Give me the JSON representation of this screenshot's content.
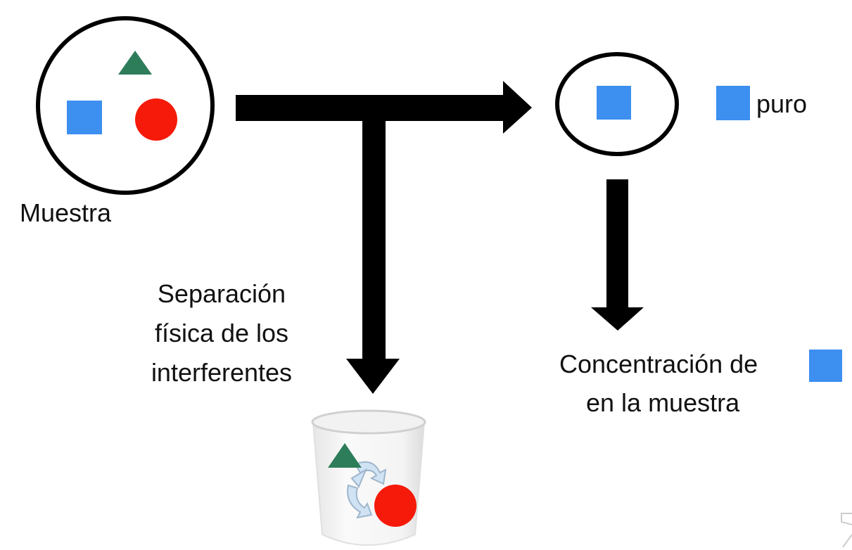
{
  "labels": {
    "sample": "Muestra",
    "pure": "puro",
    "separation_lines": [
      "Separación",
      "física de los",
      "interferentes"
    ],
    "concentration_lines": [
      "Concentración de",
      "en la muestra"
    ]
  },
  "icons": [
    "trash-bin-icon",
    "recycle-icon"
  ],
  "colors": {
    "analyte": "#3d8ff0",
    "interferent_triangle": "#2e7d5a",
    "interferent_circle": "#f51a0a",
    "arrow": "#000000"
  }
}
